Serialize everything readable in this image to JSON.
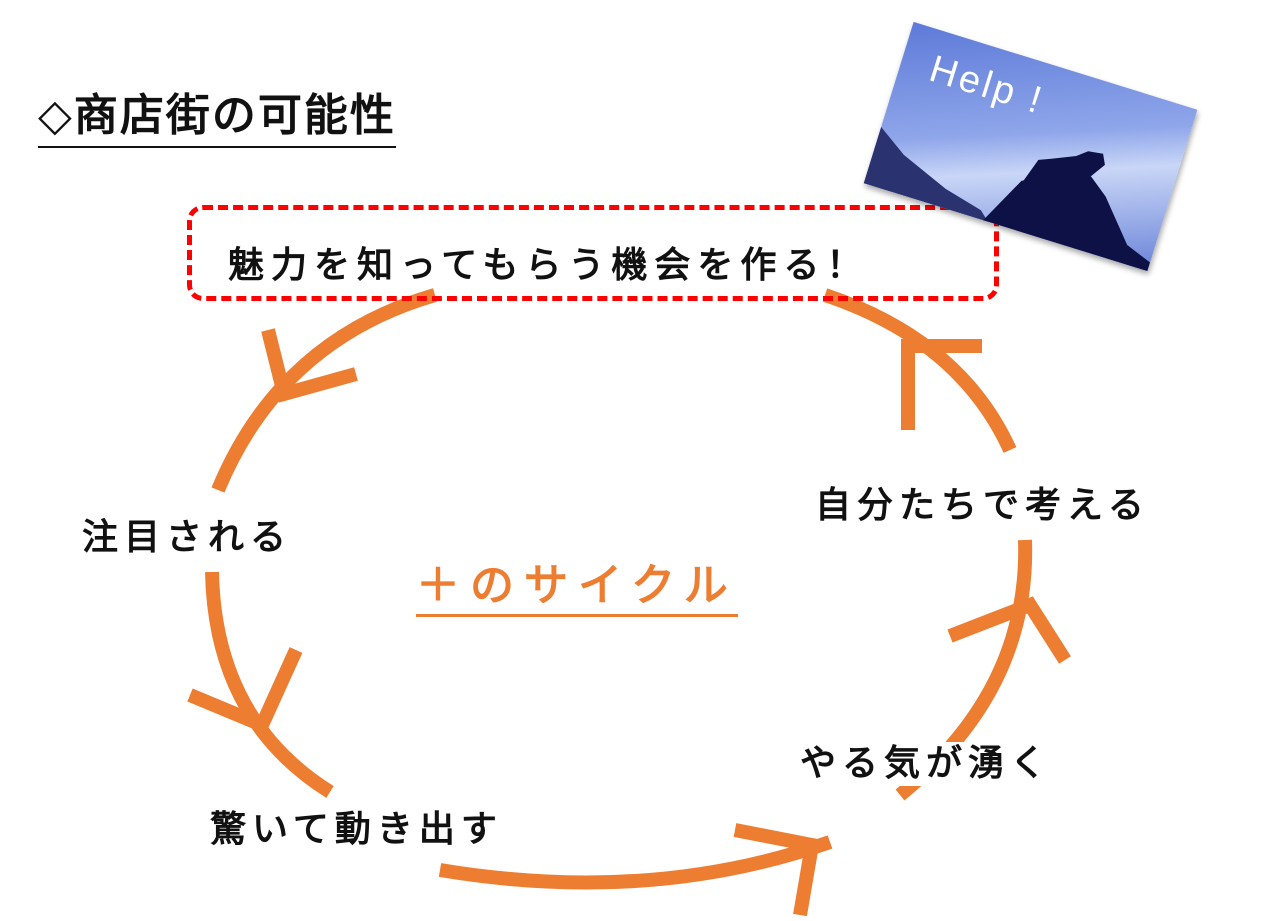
{
  "title": "◇商店街の可能性",
  "goal": "魅力を知ってもらう機会を作る！",
  "center_label": "＋のサイクル",
  "steps": {
    "attention": "注目される",
    "action": "驚いて動き出す",
    "motivation": "やる気が湧く",
    "thinking": "自分たちで考える"
  },
  "photo": {
    "caption": "Help !"
  },
  "colors": {
    "accent": "#ED7D31",
    "highlight_border": "#FF0000"
  }
}
